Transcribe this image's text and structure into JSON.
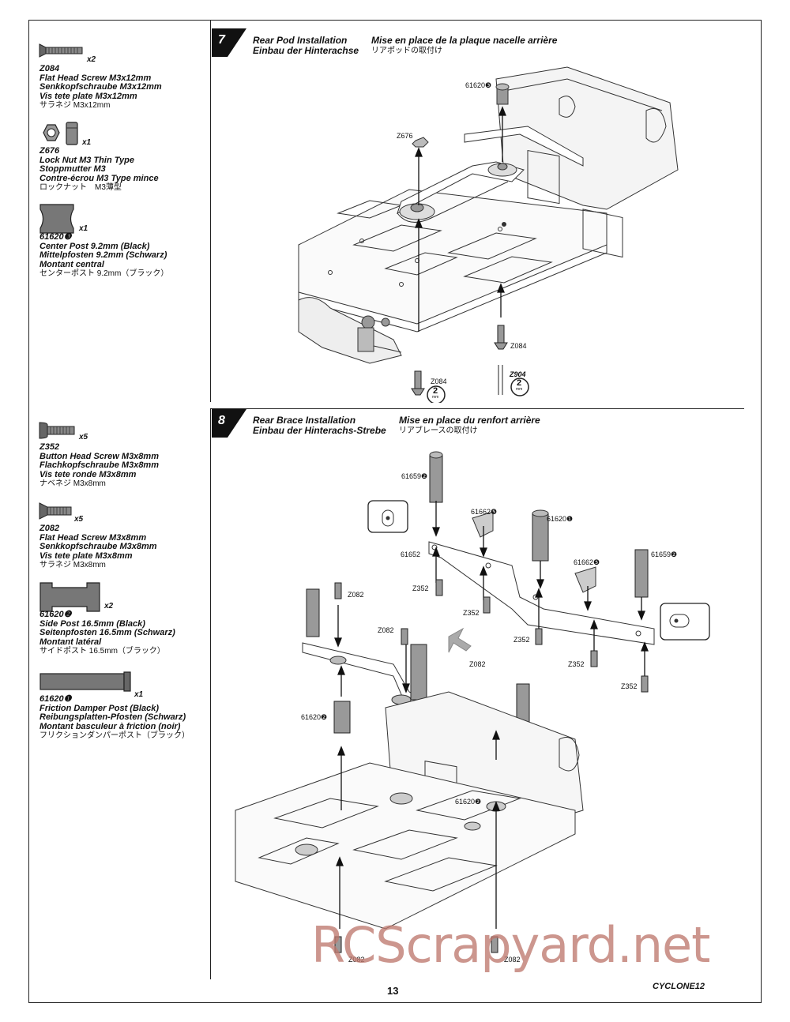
{
  "parts_step7": [
    {
      "code": "Z084",
      "qty": "x2",
      "en": "Flat Head Screw M3x12mm",
      "de": "Senkkopfschraube M3x12mm",
      "fr": "Vis tete plate M3x12mm",
      "jp": "サラネジ M3x12mm"
    },
    {
      "code": "Z676",
      "qty": "x1",
      "en": "Lock Nut M3 Thin Type",
      "de": "Stoppmutter M3",
      "fr": "Contre-écrou M3 Type mince",
      "jp": "ロックナット　M3薄型"
    },
    {
      "code": "61620❸",
      "qty": "x1",
      "en": "Center Post 9.2mm (Black)",
      "de": "Mittelpfosten 9.2mm (Schwarz)",
      "fr": "Montant central",
      "jp": "センターポスト 9.2mm（ブラック）"
    }
  ],
  "parts_step8": [
    {
      "code": "Z352",
      "qty": "x5",
      "en": "Button Head Screw M3x8mm",
      "de": "Flachkopfschraube M3x8mm",
      "fr": "Vis tete ronde M3x8mm",
      "jp": "ナベネジ M3x8mm"
    },
    {
      "code": "Z082",
      "qty": "x5",
      "en": "Flat Head Screw M3x8mm",
      "de": "Senkkopfschraube M3x8mm",
      "fr": "Vis tete plate M3x8mm",
      "jp": "サラネジ M3x8mm"
    },
    {
      "code": "61620❷",
      "qty": "x2",
      "en": "Side Post 16.5mm (Black)",
      "de": "Seitenpfosten 16.5mm (Schwarz)",
      "fr": "Montant latéral",
      "jp": "サイドポスト 16.5mm（ブラック）"
    },
    {
      "code": "61620❶",
      "qty": "x1",
      "en": "Friction Damper Post (Black)",
      "de": "Reibungsplatten-Pfosten (Schwarz)",
      "fr": "Montant basculeur à friction (noir)",
      "jp": "フリクションダンパーポスト（ブラック）"
    }
  ],
  "step7": {
    "number": "7",
    "title_en": "Rear Pod Installation",
    "title_de": "Einbau der Hinterachse",
    "title_fr": "Mise en place de la plaque nacelle arrière",
    "title_jp": "リアポッドの取付け",
    "callouts": {
      "c61620": "61620❸",
      "z676": "Z676",
      "z084a": "Z084",
      "z084b": "Z084",
      "z904": "Z904",
      "tool1_num": "2",
      "tool1_unit": "mm",
      "tool2_num": "2",
      "tool2_unit": "mm"
    }
  },
  "step8": {
    "number": "8",
    "title_en": "Rear Brace Installation",
    "title_de": "Einbau der Hinterachs-Strebe",
    "title_fr": "Mise en place du renfort arrière",
    "title_jp": "リアブレースの取付け",
    "callouts": {
      "c61659a": "61659❷",
      "c61662a": "61662❺",
      "c61620a": "61620❶",
      "c61652": "61652",
      "c61662b": "61662❺",
      "c61659b": "61659❷",
      "z352a": "Z352",
      "z352b": "Z352",
      "z352c": "Z352",
      "z352d": "Z352",
      "z352e": "Z352",
      "z082a": "Z082",
      "z082b": "Z082",
      "z082c": "Z082",
      "z082d": "Z082",
      "z082e": "Z082",
      "c61620b1": "61620❷",
      "c61620b2": "61620❷"
    }
  },
  "footer": {
    "page_number": "13",
    "logo": "CYCLONE12",
    "watermark": "RCScrapyard.net"
  }
}
